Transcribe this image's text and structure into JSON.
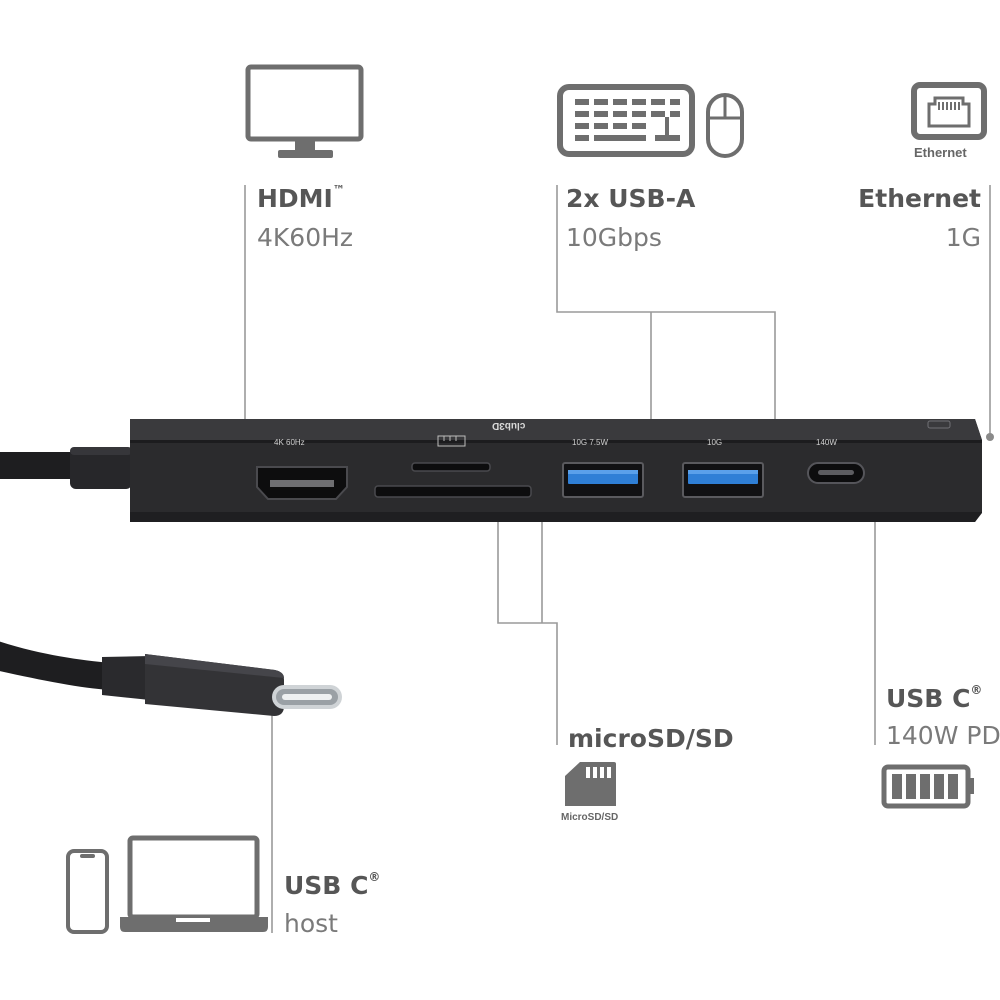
{
  "features": {
    "hdmi": {
      "title": "HDMI",
      "mark": "™",
      "spec": "4K60Hz"
    },
    "usb_a": {
      "title": "2x USB-A",
      "spec": "10Gbps"
    },
    "ethernet": {
      "title": "Ethernet",
      "spec": "1G",
      "icon_caption": "Ethernet"
    },
    "microsd": {
      "title": "microSD/SD",
      "icon_caption": "MicroSD/SD"
    },
    "usbc_pd": {
      "title": "USB C",
      "mark": "®",
      "spec": "140W PD"
    },
    "usbc_host": {
      "title": "USB C",
      "mark": "®",
      "spec": "host"
    }
  },
  "hub": {
    "brand": "club3D",
    "port_labels": {
      "hdmi": "4K 60Hz",
      "usb_a1": "10G 7.5W",
      "usb_a2": "10G",
      "usbc": "140W"
    }
  },
  "colors": {
    "ink": "#565656",
    "subtext": "#7a7a7a",
    "leader": "#9a9a9a",
    "hub": "#2b2b2d",
    "port_blue": "#2f7fd6"
  },
  "icons": [
    "monitor-icon",
    "keyboard-icon",
    "mouse-icon",
    "ethernet-port-icon",
    "sd-card-icon",
    "battery-icon",
    "phone-icon",
    "laptop-icon"
  ]
}
